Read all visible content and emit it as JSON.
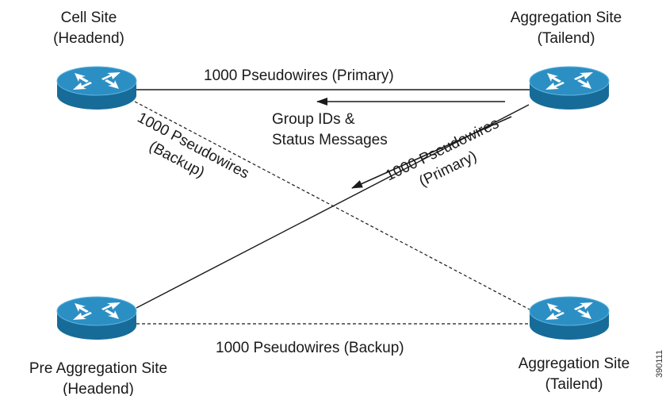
{
  "colors": {
    "router_top": "#2c8fc4",
    "router_side": "#176b98",
    "router_arrows": "#ffffff",
    "line": "#1a1a1a",
    "text": "#1a1a1a"
  },
  "nodes": {
    "cell_site": {
      "line1": "Cell Site",
      "line2": "(Headend)",
      "icon": "router-icon"
    },
    "aggregation_top": {
      "line1": "Aggregation Site",
      "line2": "(Tailend)",
      "icon": "router-icon"
    },
    "pre_aggregation": {
      "line1": "Pre Aggregation Site",
      "line2": "(Headend)",
      "icon": "router-icon"
    },
    "aggregation_bottom": {
      "line1": "Aggregation Site",
      "line2": "(Tailend)",
      "icon": "router-icon"
    }
  },
  "links": {
    "top_primary": "1000 Pseudowires (Primary)",
    "status_line1": "Group IDs &",
    "status_line2": "Status Messages",
    "diag_backup_line1": "1000 Pseudowires",
    "diag_backup_line2": "(Backup)",
    "diag_primary_line1": "1000 Pseudowires",
    "diag_primary_line2": "(Primary)",
    "bottom_backup": "1000 Pseudowires (Backup)"
  },
  "figure_id": "390111"
}
